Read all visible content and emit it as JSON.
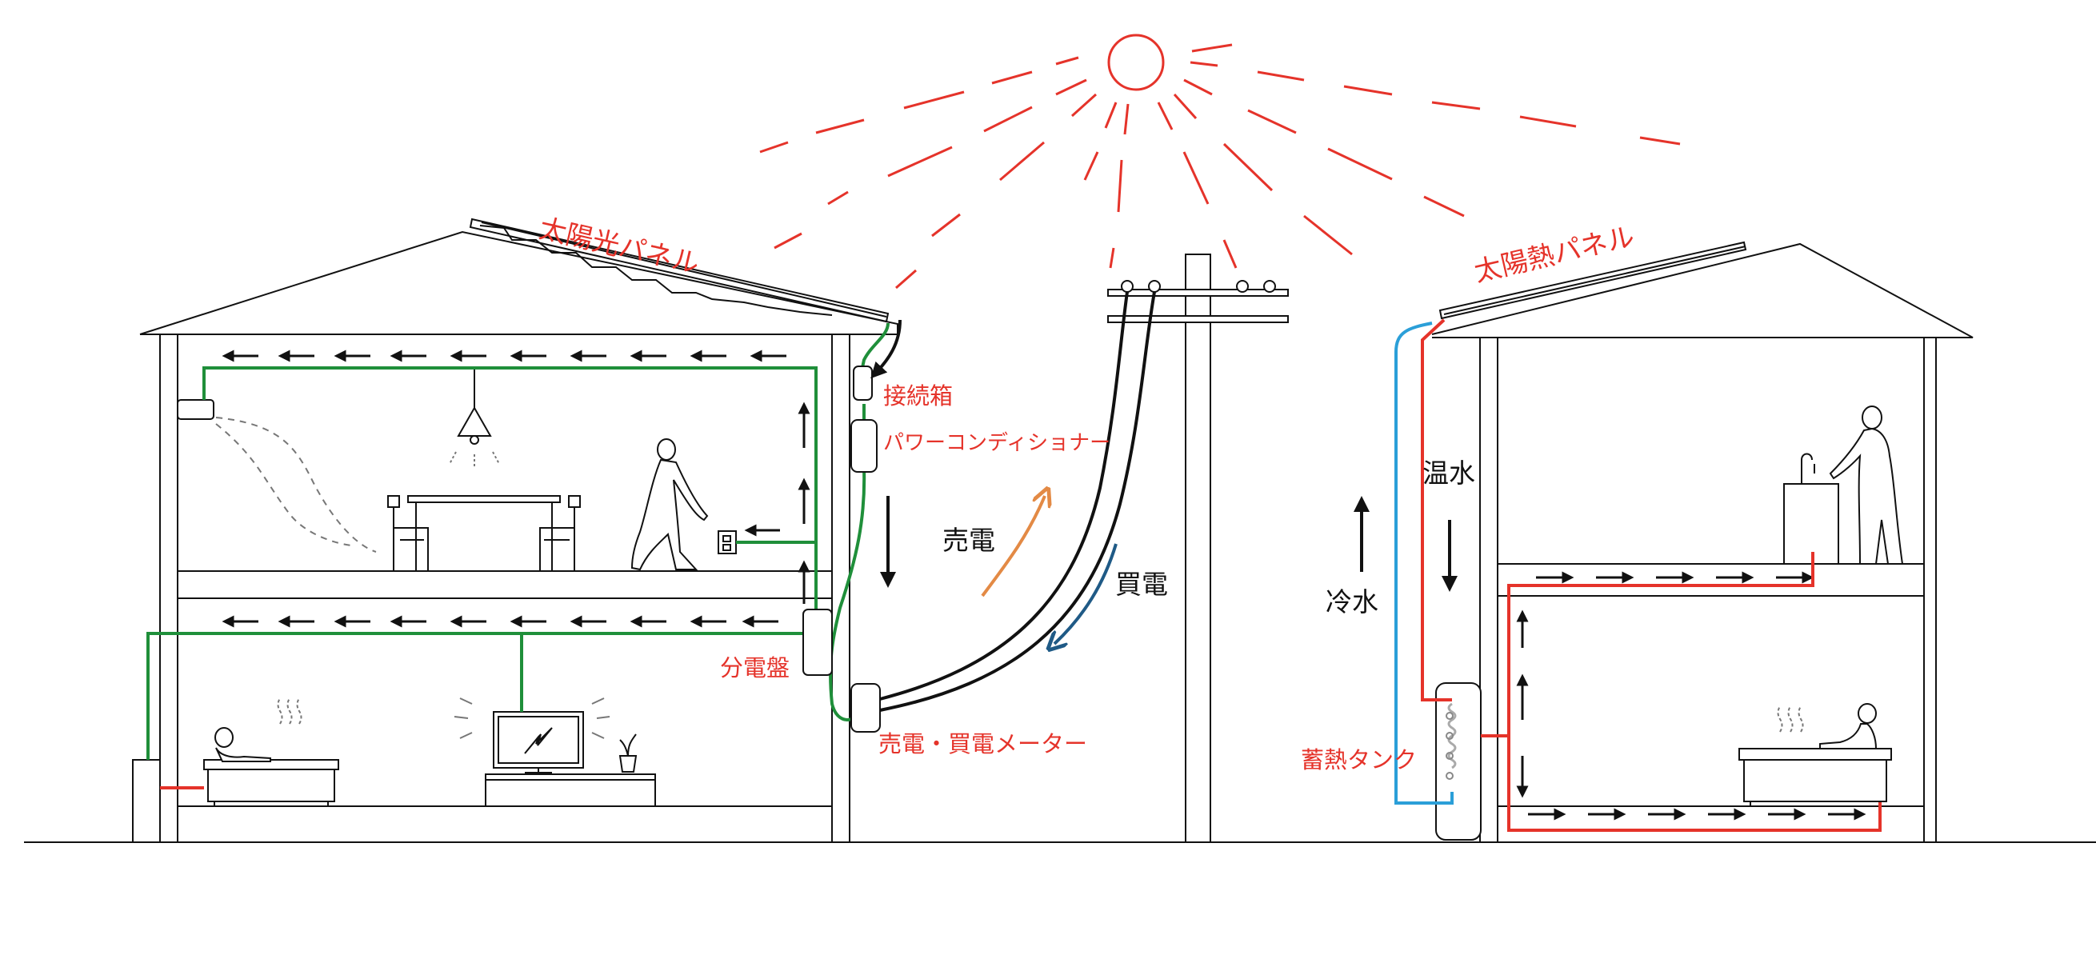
{
  "labels": {
    "solar_panel": "太陽光パネル",
    "junction_box": "接続箱",
    "power_conditioner": "パワーコンディショナー",
    "distribution_board": "分電盤",
    "meter": "売電・買電メーター",
    "sell_power": "売電",
    "buy_power": "買電",
    "solar_thermal_panel": "太陽熱パネル",
    "hot_water": "温水",
    "cold_water": "冷水",
    "storage_tank": "蓄熱タンク"
  },
  "colors": {
    "line": "#111111",
    "red": "#e5332a",
    "green": "#1f8f3a",
    "blue": "#2b9fd8",
    "orange": "#e38a45",
    "dark_blue": "#1f5a86"
  }
}
